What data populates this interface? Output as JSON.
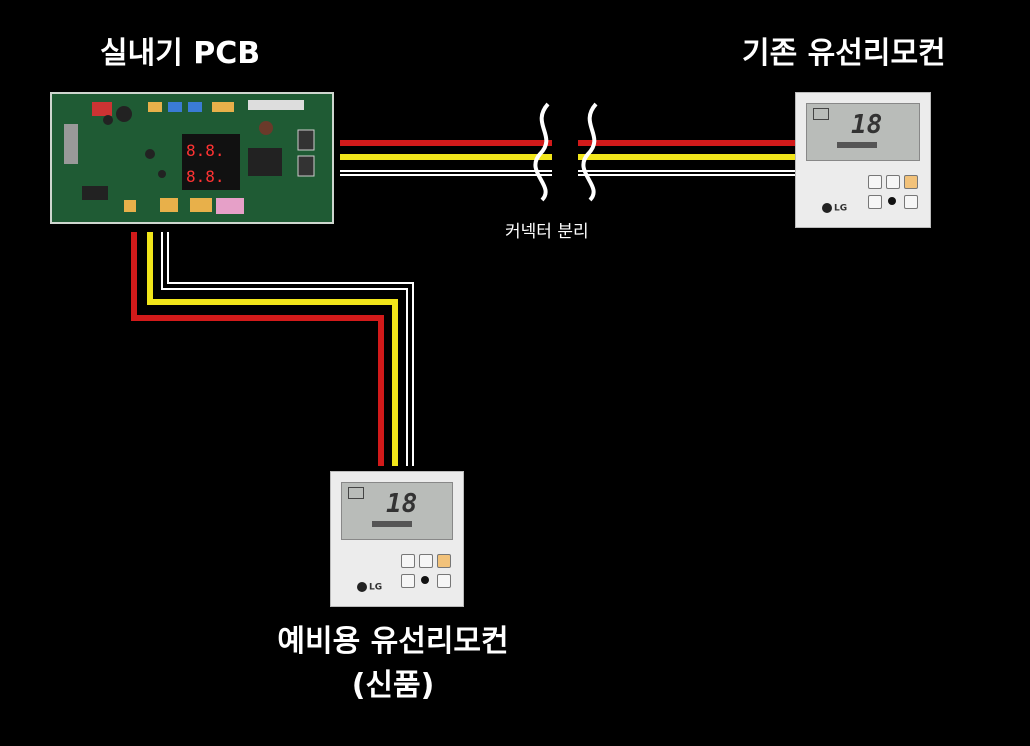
{
  "titles": {
    "pcb": "실내기 PCB",
    "existing_remote": "기존 유선리모컨",
    "spare_remote": "예비용 유선리모컨",
    "spare_remote_sub": "(신품)",
    "connector": "커넥터 분리"
  },
  "remote_display": {
    "temperature": "18",
    "brand": "LG"
  },
  "colors": {
    "background": "#000000",
    "wire_red": "#d21a1a",
    "wire_yellow": "#f1e51a",
    "wire_white": "#ffffff",
    "text": "#ffffff"
  }
}
